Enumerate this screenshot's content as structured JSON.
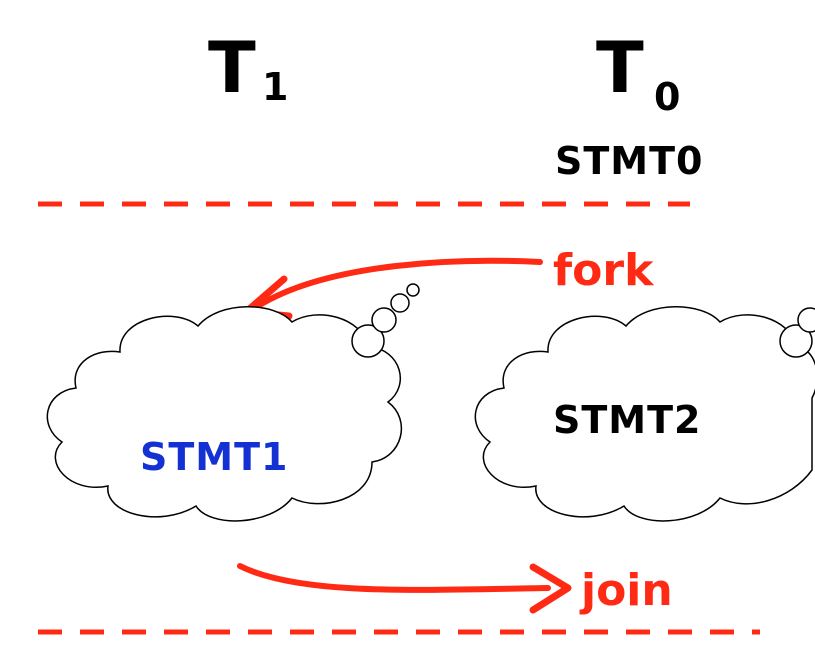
{
  "threads": {
    "t1": {
      "letter": "T",
      "subscript": "1"
    },
    "t0": {
      "letter": "T",
      "subscript": "0"
    }
  },
  "statements": {
    "stmt0": "STMT0",
    "stmt1": "STMT1",
    "stmt2": "STMT2"
  },
  "annotations": {
    "fork": "fork",
    "join": "join"
  },
  "colors": {
    "accent_red": "#ff2a14",
    "stmt1_blue": "#1431d4",
    "ink": "#000000"
  }
}
